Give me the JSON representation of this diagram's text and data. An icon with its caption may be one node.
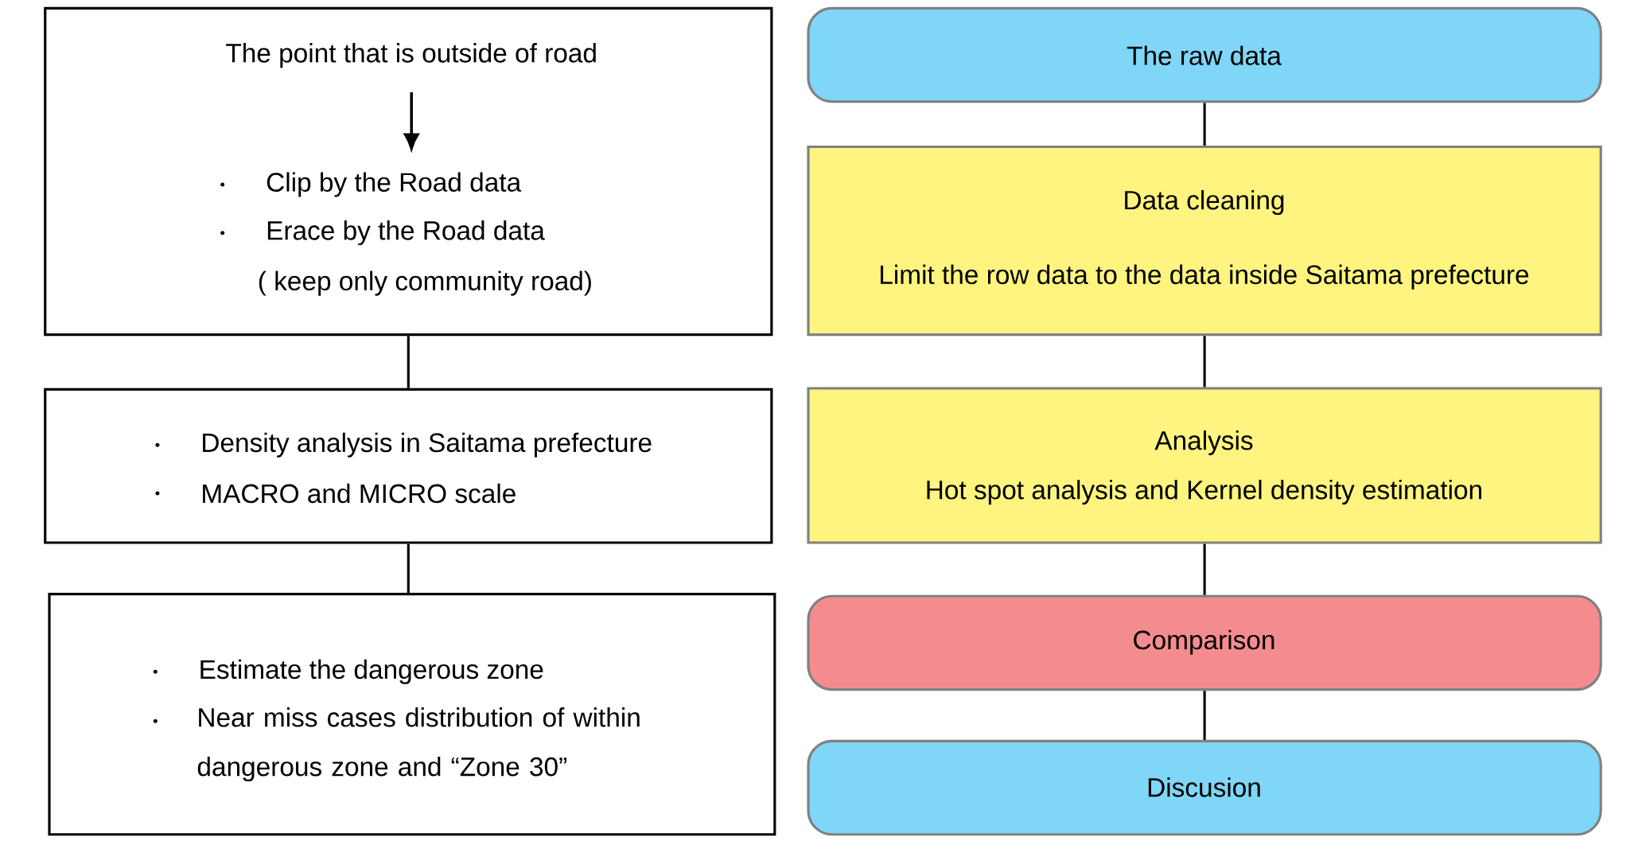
{
  "diagram": {
    "nodes": [
      {
        "text": [
          "The point that is outside of road",
          "Clip by the Road data",
          "Erace by the Road data",
          "( keep only community road)"
        ]
      },
      {
        "text": [
          "Density analysis in Saitama prefecture",
          "MACRO and MICRO scale"
        ]
      },
      {
        "text": [
          "Estimate the dangerous zone",
          "Near miss cases distribution of within dangerous zone and “Zone 30”"
        ]
      },
      {
        "text": [
          "The raw data"
        ]
      },
      {
        "text": [
          "Data cleaning",
          "Limit the row data to the data inside Saitama prefecture"
        ]
      },
      {
        "text": [
          "Analysis",
          "Hot spot analysis and Kernel density estimation"
        ]
      },
      {
        "text": [
          "Comparison"
        ]
      },
      {
        "text": [
          "Discusion"
        ]
      }
    ],
    "edges": [
      {
        "from": 0,
        "to": 1,
        "arrow": "none"
      },
      {
        "from": 1,
        "to": 2,
        "arrow": "none"
      },
      {
        "from": 3,
        "to": 4,
        "arrow": "none"
      },
      {
        "from": 4,
        "to": 5,
        "arrow": "none"
      },
      {
        "from": 5,
        "to": 6,
        "arrow": "none"
      },
      {
        "from": 6,
        "to": 7,
        "arrow": "none"
      }
    ]
  }
}
